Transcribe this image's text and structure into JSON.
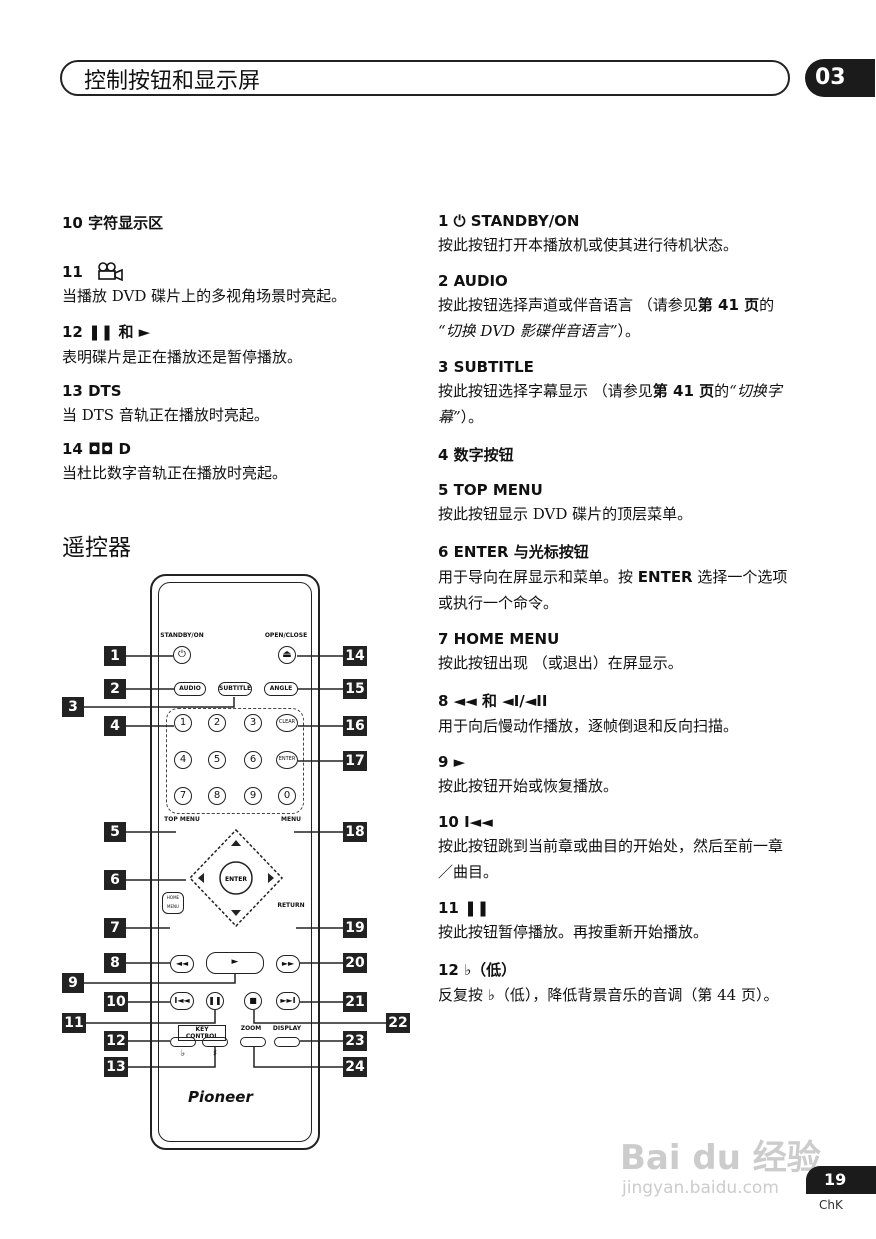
{
  "header": {
    "title": "控制按钮和显示屏",
    "chapter": "03"
  },
  "left": [
    {
      "head": "10  字符显示区",
      "body": ""
    },
    {
      "head": "11",
      "icon": "multi-angle-icon",
      "body": "当播放 DVD 碟片上的多视角场景时亮起。"
    },
    {
      "head": "12  ❚❚ 和 ►",
      "body": "表明碟片是正在播放还是暂停播放。"
    },
    {
      "head": "13  DTS",
      "body": "当 DTS 音轨正在播放时亮起。"
    },
    {
      "head": "14  ◘◘ D",
      "body": "当杜比数字音轨正在播放时亮起。"
    }
  ],
  "section_title": "遥控器",
  "right": [
    {
      "head": "1    ⏻ STANDBY/ON",
      "body": "按此按钮打开本播放机或使其进行待机状态。"
    },
    {
      "head": "2    AUDIO",
      "body_pre": "按此按钮选择声道或伴音语言 （请参见",
      "ref": "第 41 页",
      "body_mid": "的 ",
      "italic": "“切换 DVD 影碟伴音语言”",
      "body_post": "）。"
    },
    {
      "head": "3    SUBTITLE",
      "body_pre": "按此按钮选择字幕显示 （请参见",
      "ref": "第 41 页",
      "body_mid": "的",
      "italic": "“切换字幕”",
      "body_post": "）。"
    },
    {
      "head": "4    数字按钮",
      "body": ""
    },
    {
      "head": "5    TOP MENU",
      "body": "按此按钮显示 DVD 碟片的顶层菜单。"
    },
    {
      "head": "6    ENTER 与光标按钮",
      "body_pre": "用于导向在屏显示和菜单。按 ",
      "ref": "ENTER",
      "body_mid": " 选择一个选项或执行一个命令。",
      "italic": "",
      "body_post": ""
    },
    {
      "head": "7    HOME MENU",
      "body": "按此按钮出现 （或退出）在屏显示。"
    },
    {
      "head": "8    ◄◄ 和 ◄I/◄II",
      "body": "用于向后慢动作播放，逐帧倒退和反向扫描。"
    },
    {
      "head": "9    ►",
      "body": "按此按钮开始或恢复播放。"
    },
    {
      "head": "10  I◄◄",
      "body": "按此按钮跳到当前章或曲目的开始处，然后至前一章／曲目。"
    },
    {
      "head": "11  ❚❚",
      "body": "按此按钮暂停播放。再按重新开始播放。"
    },
    {
      "head": "12  ♭（低）",
      "body": "反复按 ♭（低），降低背景音乐的音调（第 44 页）。"
    }
  ],
  "remote": {
    "labels": {
      "standby": "STANDBY/ON",
      "open_close": "OPEN/CLOSE",
      "audio": "AUDIO",
      "subtitle": "SUBTITLE",
      "angle": "ANGLE",
      "clear": "CLEAR",
      "enter": "ENTER",
      "top_menu": "TOP MENU",
      "menu": "MENU",
      "home_menu": "HOME MENU",
      "return": "RETURN",
      "key_control": "KEY CONTROL",
      "zoom": "ZOOM",
      "display": "DISPLAY",
      "flat": "♭",
      "sharp": "♯"
    },
    "digits": [
      "1",
      "2",
      "3",
      "4",
      "5",
      "6",
      "7",
      "8",
      "9",
      "0"
    ],
    "callouts": [
      "1",
      "2",
      "3",
      "4",
      "5",
      "6",
      "7",
      "8",
      "9",
      "10",
      "11",
      "12",
      "13",
      "14",
      "15",
      "16",
      "17",
      "18",
      "19",
      "20",
      "21",
      "22",
      "23",
      "24"
    ],
    "brand": "Pioneer"
  },
  "footer": {
    "page": "19",
    "lang": "ChK"
  },
  "watermark": {
    "main": "Bai du 经验",
    "sub": "jingyan.baidu.com"
  }
}
